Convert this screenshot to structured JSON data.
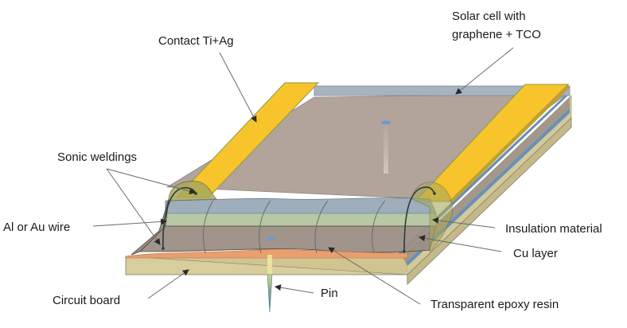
{
  "diagram": {
    "title": "",
    "colors": {
      "contact": "#f8c42c",
      "contact_edge": "#8a9a4a",
      "top_surface": "#b2a49a",
      "tco_layer": "#a7b3c0",
      "insulation": "#b8c8a4",
      "blue_line": "#6b8fb5",
      "cu_layer": "#9c8f84",
      "epoxy_pad": "#e9a06e",
      "circuit_board": "#d8cd9c",
      "circuit_board_side": "#c9bd8c",
      "welding_blob": "#a8a85c",
      "wire": "#2b3a3a",
      "pin": "#5a8a8a"
    },
    "labels": {
      "contact": "Contact Ti+Ag",
      "solar_cell_line1": "Solar cell with",
      "solar_cell_line2": "graphene + TCO",
      "sonic_weldings": "Sonic weldings",
      "wire": "Al or Au wire",
      "insulation": "Insulation material",
      "cu_layer": "Cu layer",
      "circuit_board": "Circuit board",
      "pin": "Pin",
      "epoxy": "Transparent epoxy resin"
    }
  }
}
